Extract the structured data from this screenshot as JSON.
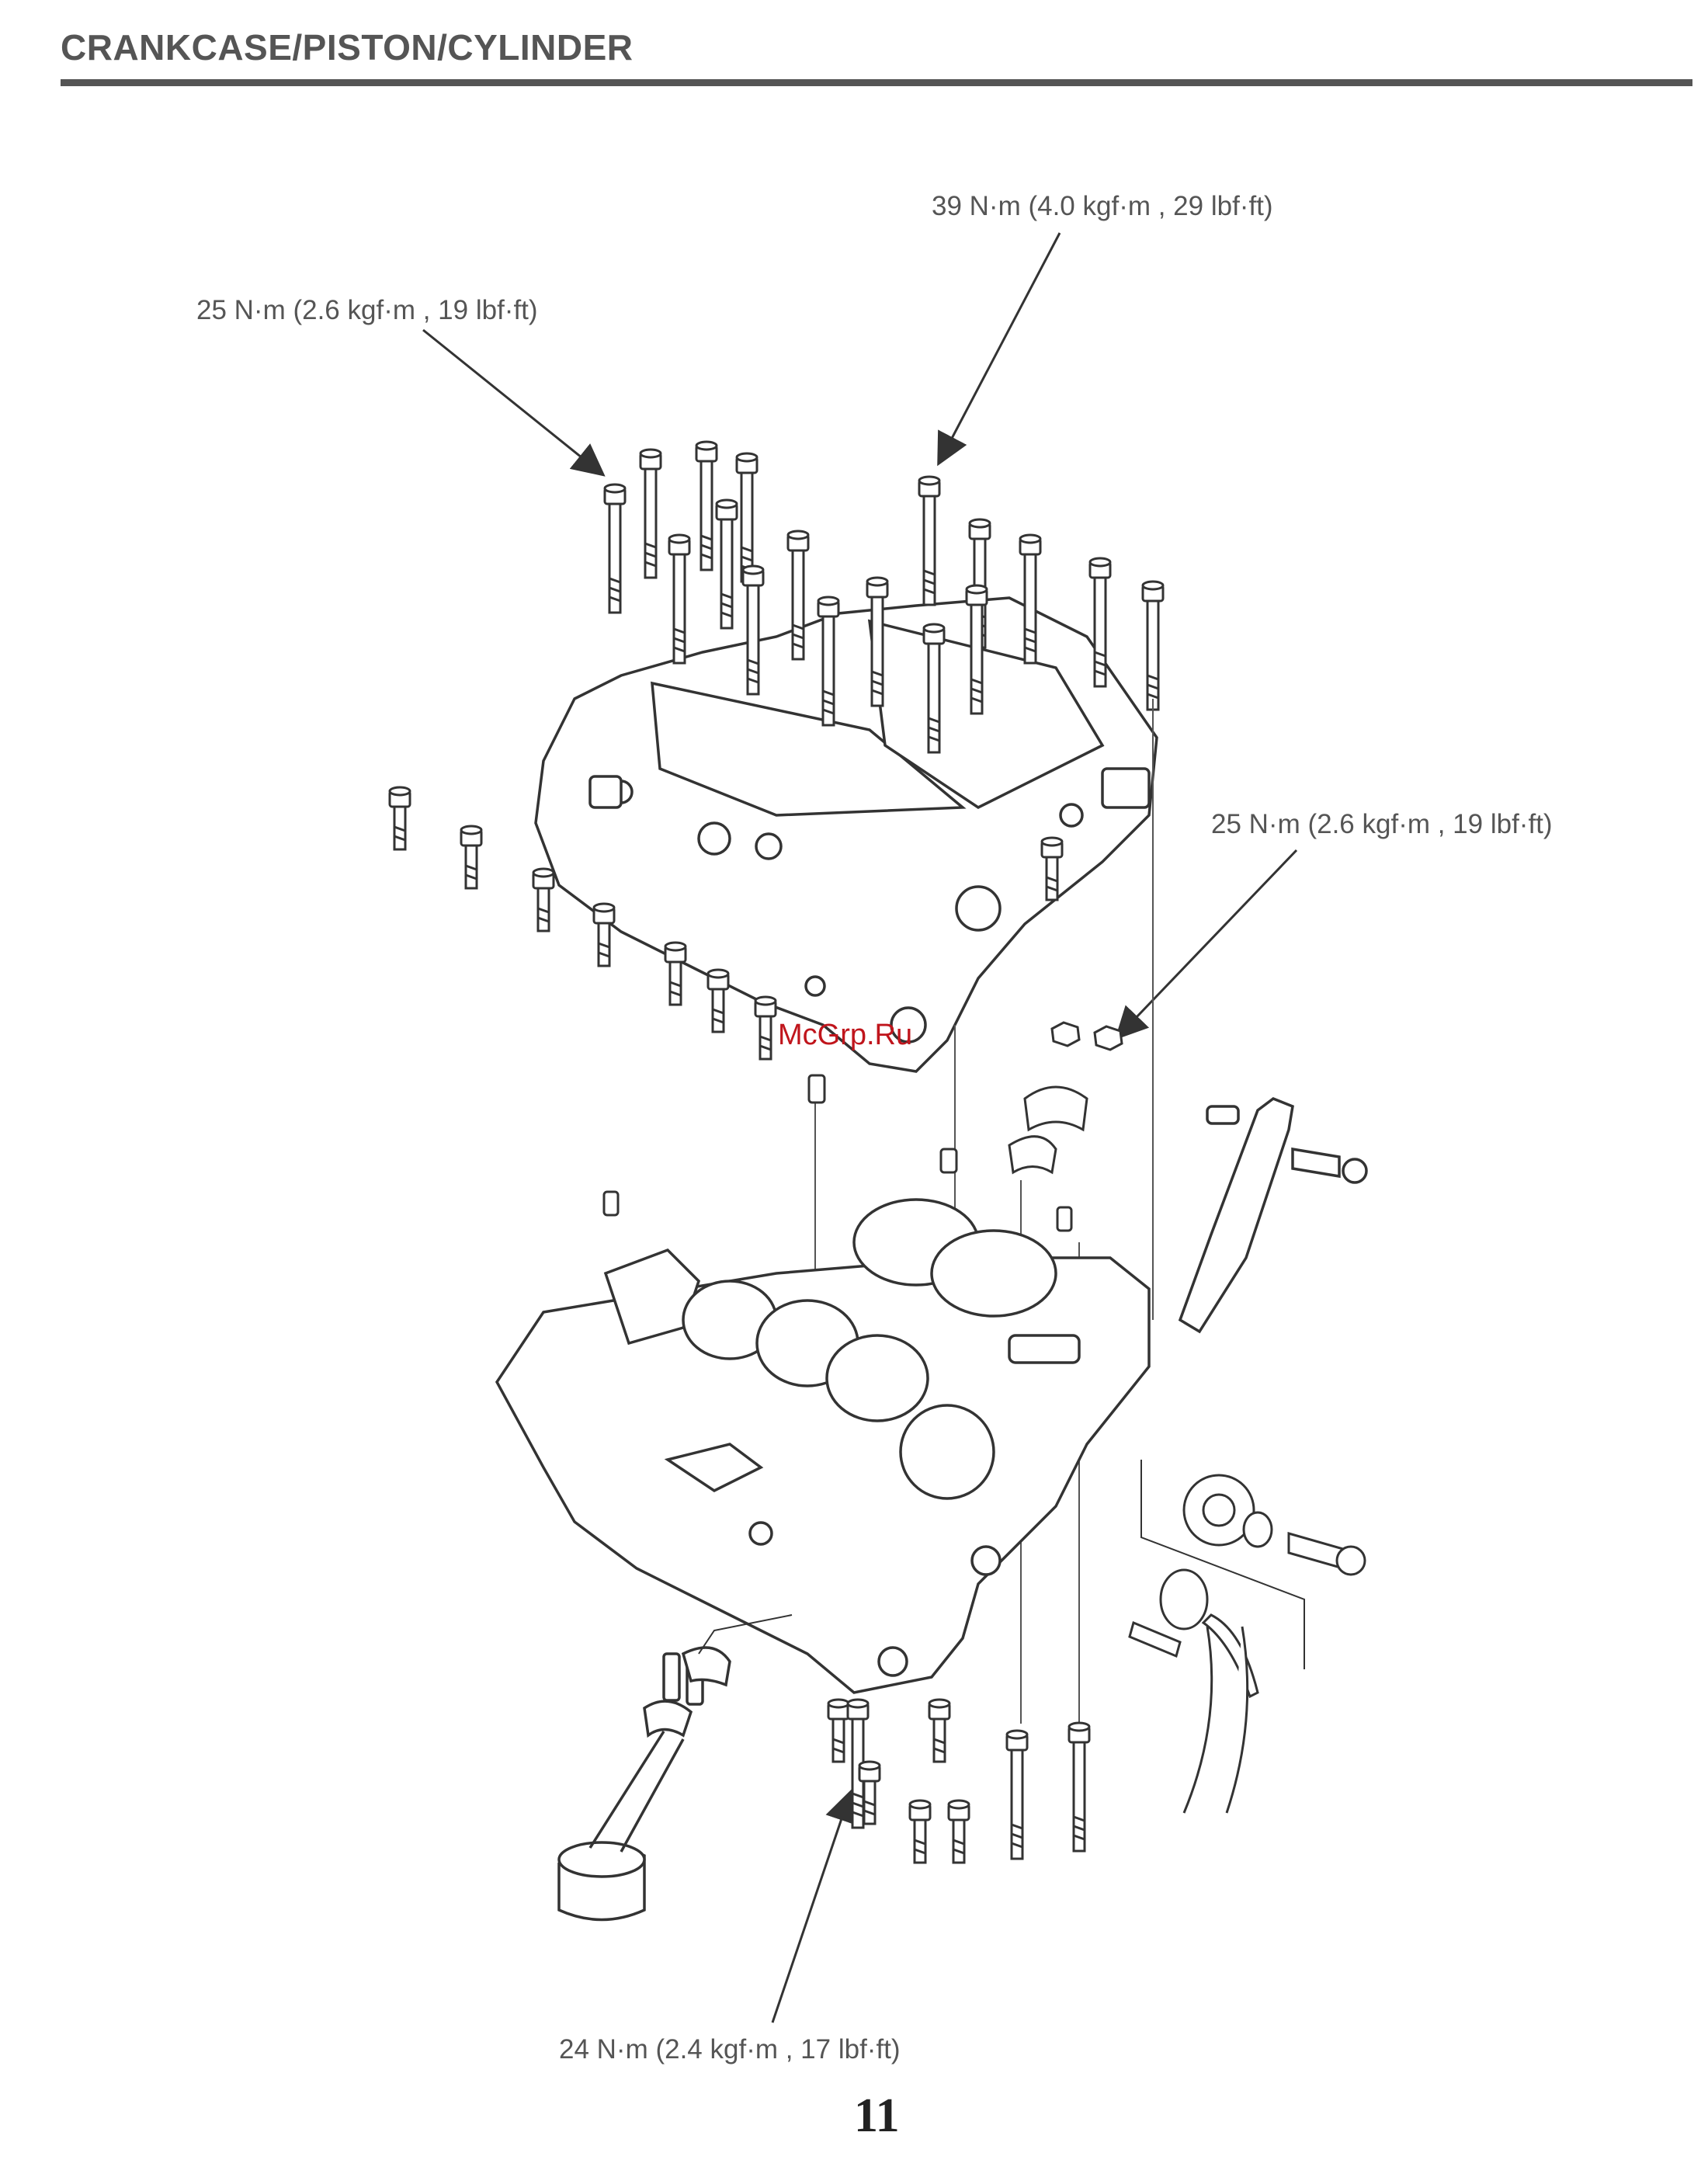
{
  "header": {
    "title": "CRANKCASE/PISTON/CYLINDER"
  },
  "callouts": {
    "torque_39": "39 N·m (4.0 kgf·m , 29 lbf·ft)",
    "torque_25_upper_left": "25 N·m (2.6 kgf·m , 19 lbf·ft)",
    "torque_25_right": "25 N·m (2.6 kgf·m , 19 lbf·ft)",
    "torque_24_bottom": "24 N·m (2.4 kgf·m , 17 lbf·ft)"
  },
  "watermark": "McGrp.Ru",
  "page_number": "11"
}
